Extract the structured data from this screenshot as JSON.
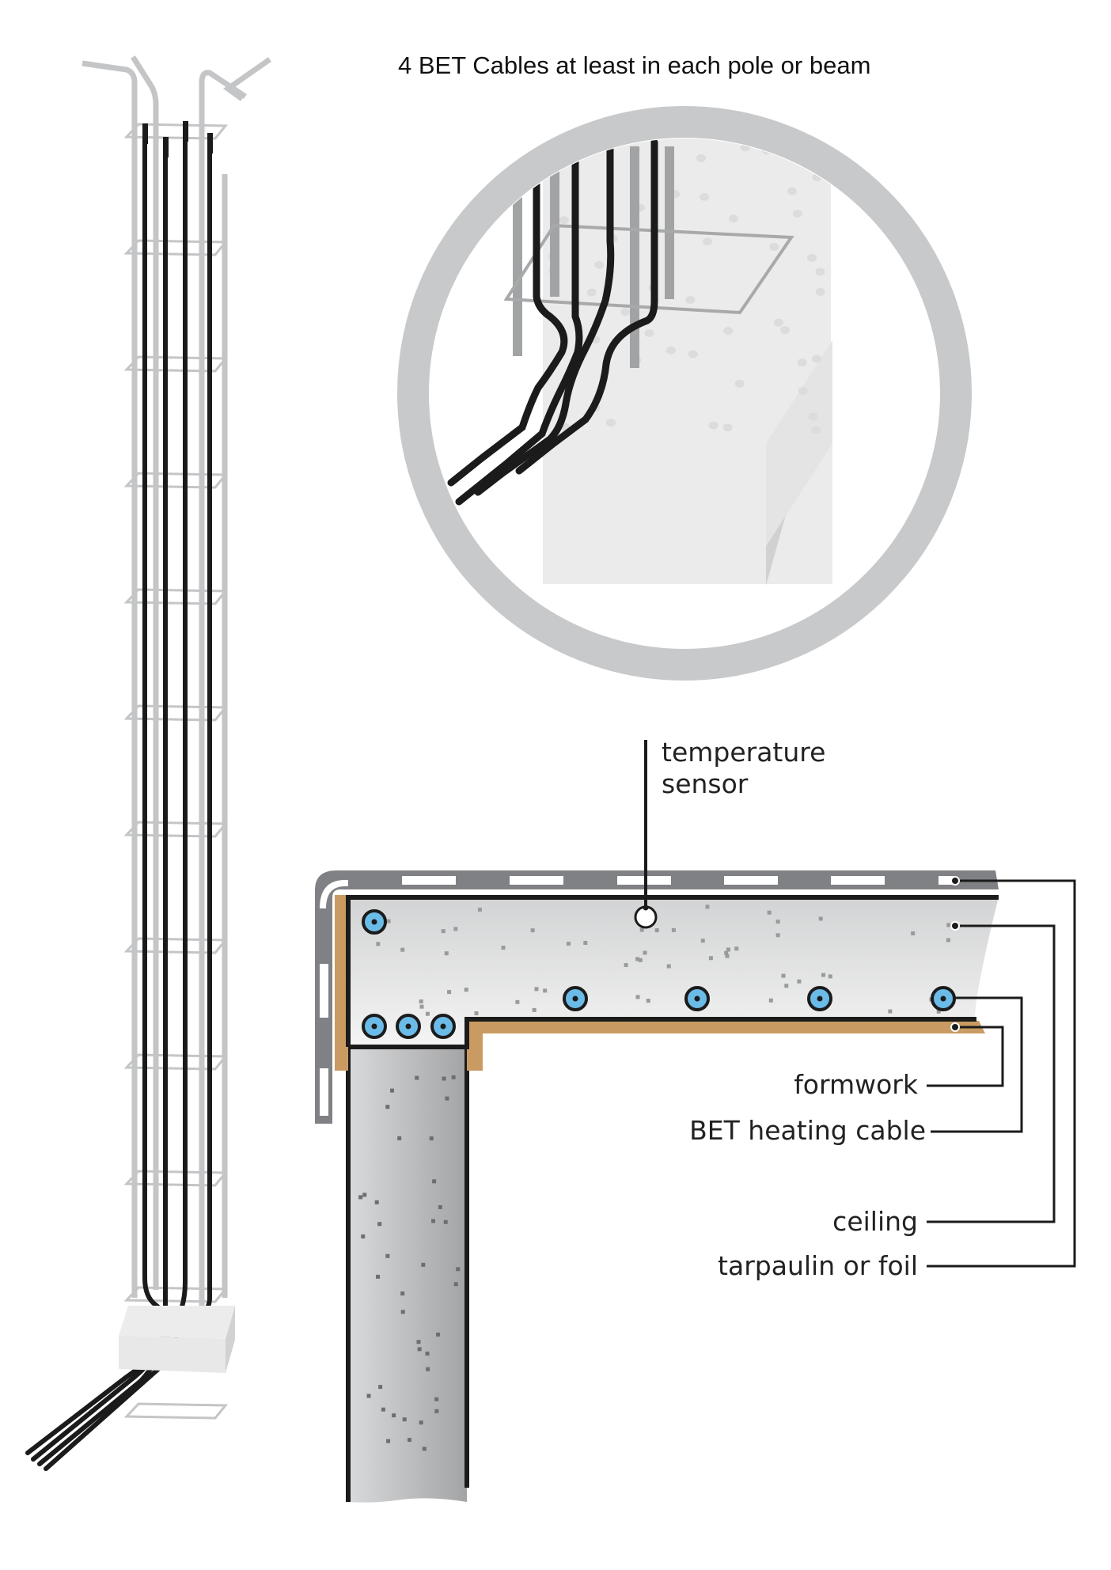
{
  "title": "4 BET Cables at least in each pole or beam",
  "detail": {
    "cable_count": 4,
    "caption": "4 BET Cables at least in each pole or beam"
  },
  "cross_section": {
    "sensor_label_line1": "temperature",
    "sensor_label_line2": "sensor",
    "labels": [
      {
        "id": "formwork",
        "text": "formwork"
      },
      {
        "id": "heating-cable",
        "text": "BET heating  cable"
      },
      {
        "id": "ceiling",
        "text": "ceiling"
      },
      {
        "id": "tarpaulin",
        "text": "tarpaulin or foil"
      }
    ],
    "slab_cable_count": 5,
    "corner_cable_count": 3
  },
  "colors": {
    "rebar": "#c4c5c7",
    "cable": "#1c1b1b",
    "concrete_light": "#eaeaea",
    "concrete_mid": "#d7d8d9",
    "column_dark": "#a6a7a8",
    "formwork": "#c99b62",
    "tarpaulin": "#808184",
    "cable_fill": "#6bbbe8",
    "ring": "#c8c9cb"
  }
}
